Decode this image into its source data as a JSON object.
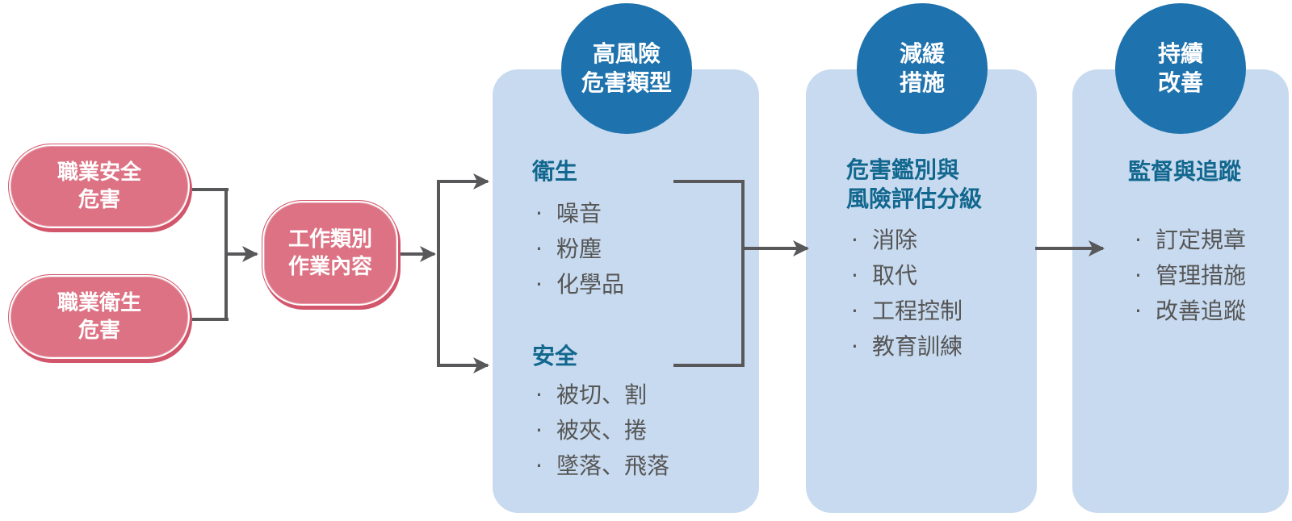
{
  "colors": {
    "pill_fill": "#dc7283",
    "panel_fill": "#c8daef",
    "circle_fill": "#1e72ad",
    "heading_text": "#11678e",
    "list_text": "#555555",
    "connector": "#58585a"
  },
  "sources": [
    {
      "label": "職業安全\n危害"
    },
    {
      "label": "職業衛生\n危害"
    }
  ],
  "work_node": {
    "label": "工作類別\n作業內容"
  },
  "stages": [
    {
      "title": "高風險\n危害類型",
      "groups": [
        {
          "heading": "衛生",
          "items": [
            "噪音",
            "粉塵",
            "化學品"
          ]
        },
        {
          "heading": "安全",
          "items": [
            "被切、割",
            "被夾、捲",
            "墜落、飛落"
          ]
        }
      ]
    },
    {
      "title": "減緩\n措施",
      "groups": [
        {
          "heading": "危害鑑別與\n風險評估分級",
          "items": [
            "消除",
            "取代",
            "工程控制",
            "教育訓練"
          ]
        }
      ]
    },
    {
      "title": "持續\n改善",
      "groups": [
        {
          "heading": "監督與追蹤",
          "items": [
            "訂定規章",
            "管理措施",
            "改善追蹤"
          ]
        }
      ]
    }
  ]
}
